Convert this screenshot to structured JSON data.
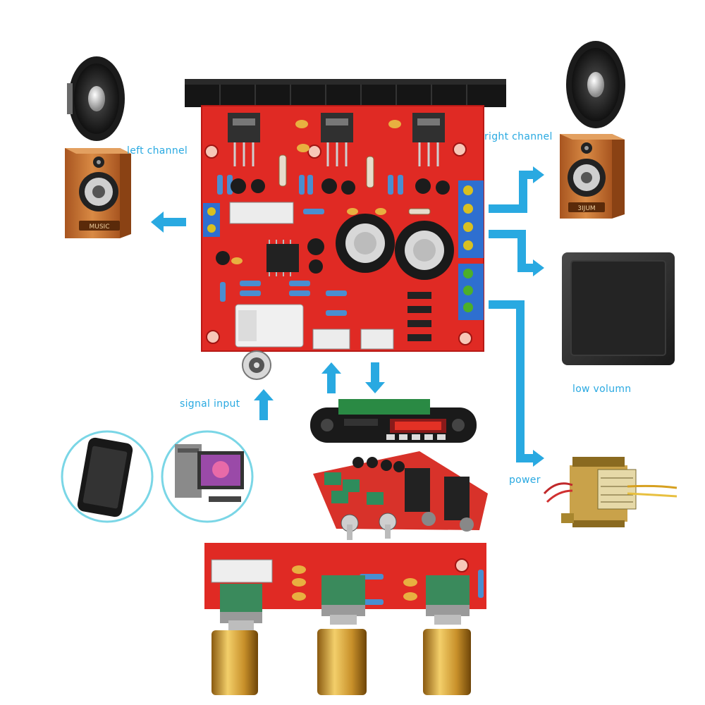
{
  "labels": {
    "left_channel": "left channel",
    "right_channel": "right channel",
    "low_volumn": "low volumn",
    "power": "power",
    "signal_input": "signal input"
  },
  "speaker_badges": {
    "left": "MUSIC",
    "right": "3IJUM"
  },
  "colors": {
    "arrow": "#29a9e1",
    "board_red": "#e02a24",
    "heatsink": "#151515",
    "speaker_wood": "#c8702e",
    "subwoofer": "#2d2d2d",
    "knob_gold": "#d9a53a",
    "trim_green": "#3a8a5c"
  },
  "icons": {
    "phone": "smartphone-icon",
    "computer": "desktop-computer-icon",
    "arrow": "arrow-icon"
  }
}
